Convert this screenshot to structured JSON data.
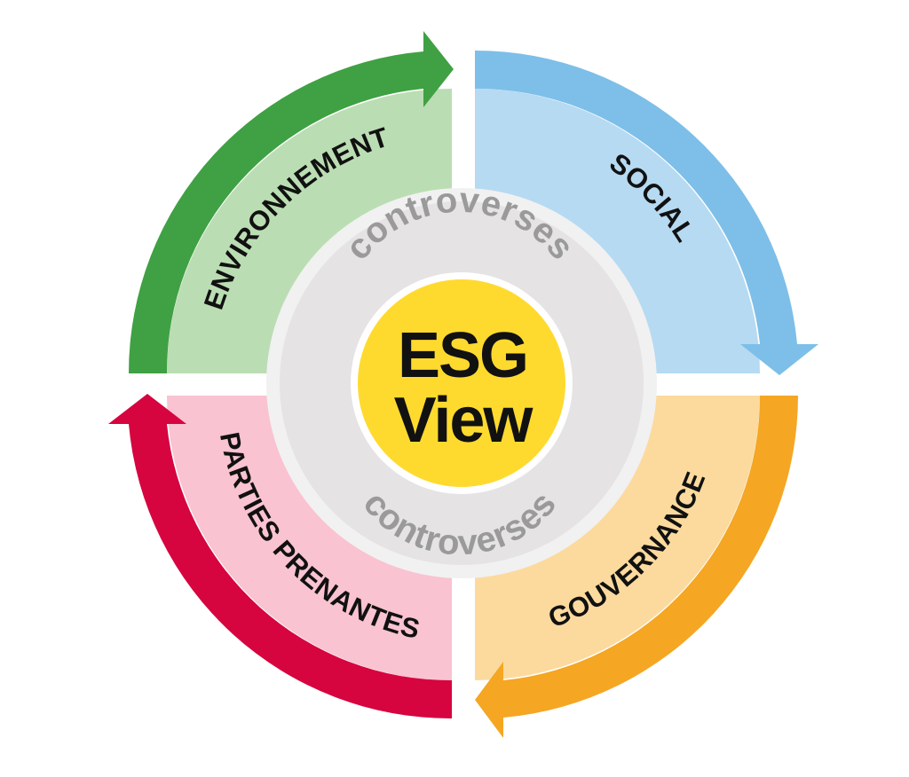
{
  "diagram": {
    "center": {
      "line1": "ESG",
      "line2": "View",
      "color": "#FFDA2E"
    },
    "ring": {
      "top_label": "controverses",
      "bottom_label": "controverses",
      "text_color": "#9A9A9A",
      "fill_color": "#E5E3E3",
      "border_color": "#F1F1F1"
    },
    "quadrants": [
      {
        "key": "environnement",
        "label": "ENVIRONNEMENT",
        "fill": "#BBDDB3",
        "arrow": "#3FA143"
      },
      {
        "key": "social",
        "label": "SOCIAL",
        "fill": "#B6DAF2",
        "arrow": "#7DBFE8"
      },
      {
        "key": "gouvernance",
        "label": "GOUVERNANCE",
        "fill": "#FCDA9E",
        "arrow": "#F5A623"
      },
      {
        "key": "parties-prenantes",
        "label": "PARTIES PRENANTES",
        "fill": "#F9C3D1",
        "arrow": "#D6043F"
      }
    ]
  }
}
